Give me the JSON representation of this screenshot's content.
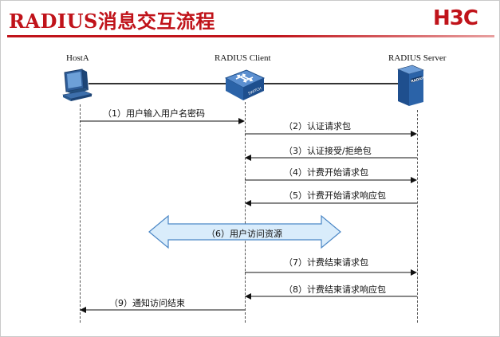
{
  "title": "RADIUS消息交互流程",
  "logo_text": "H3C",
  "actors": [
    {
      "id": "host",
      "label": "HostA",
      "icon": "computer-icon"
    },
    {
      "id": "client",
      "label": "RADIUS Client",
      "icon": "switch-icon",
      "icon_text": "SWITCH"
    },
    {
      "id": "server",
      "label": "RADIUS Server",
      "icon": "server-icon",
      "icon_text": "RADIUS"
    }
  ],
  "messages": [
    {
      "label": "（1）用户输入用户名密码",
      "from": "host",
      "to": "client"
    },
    {
      "label": "（2）认证请求包",
      "from": "client",
      "to": "server"
    },
    {
      "label": "（3）认证接受/拒绝包",
      "from": "server",
      "to": "client"
    },
    {
      "label": "（4）计费开始请求包",
      "from": "client",
      "to": "server"
    },
    {
      "label": "（5）计费开始请求响应包",
      "from": "server",
      "to": "client"
    },
    {
      "label": "（6）用户访问资源",
      "from": "host",
      "to": "server",
      "bidirectional": true
    },
    {
      "label": "（7）计费结束请求包",
      "from": "client",
      "to": "server"
    },
    {
      "label": "（8）计费结束请求响应包",
      "from": "server",
      "to": "client"
    },
    {
      "label": "（9）通知访问结束",
      "from": "client",
      "to": "host"
    }
  ],
  "colors": {
    "title": "#c0131a",
    "logo": "#c0131a",
    "access_arrow_fill": "#d9ecfb",
    "access_arrow_stroke": "#4a86c5"
  }
}
